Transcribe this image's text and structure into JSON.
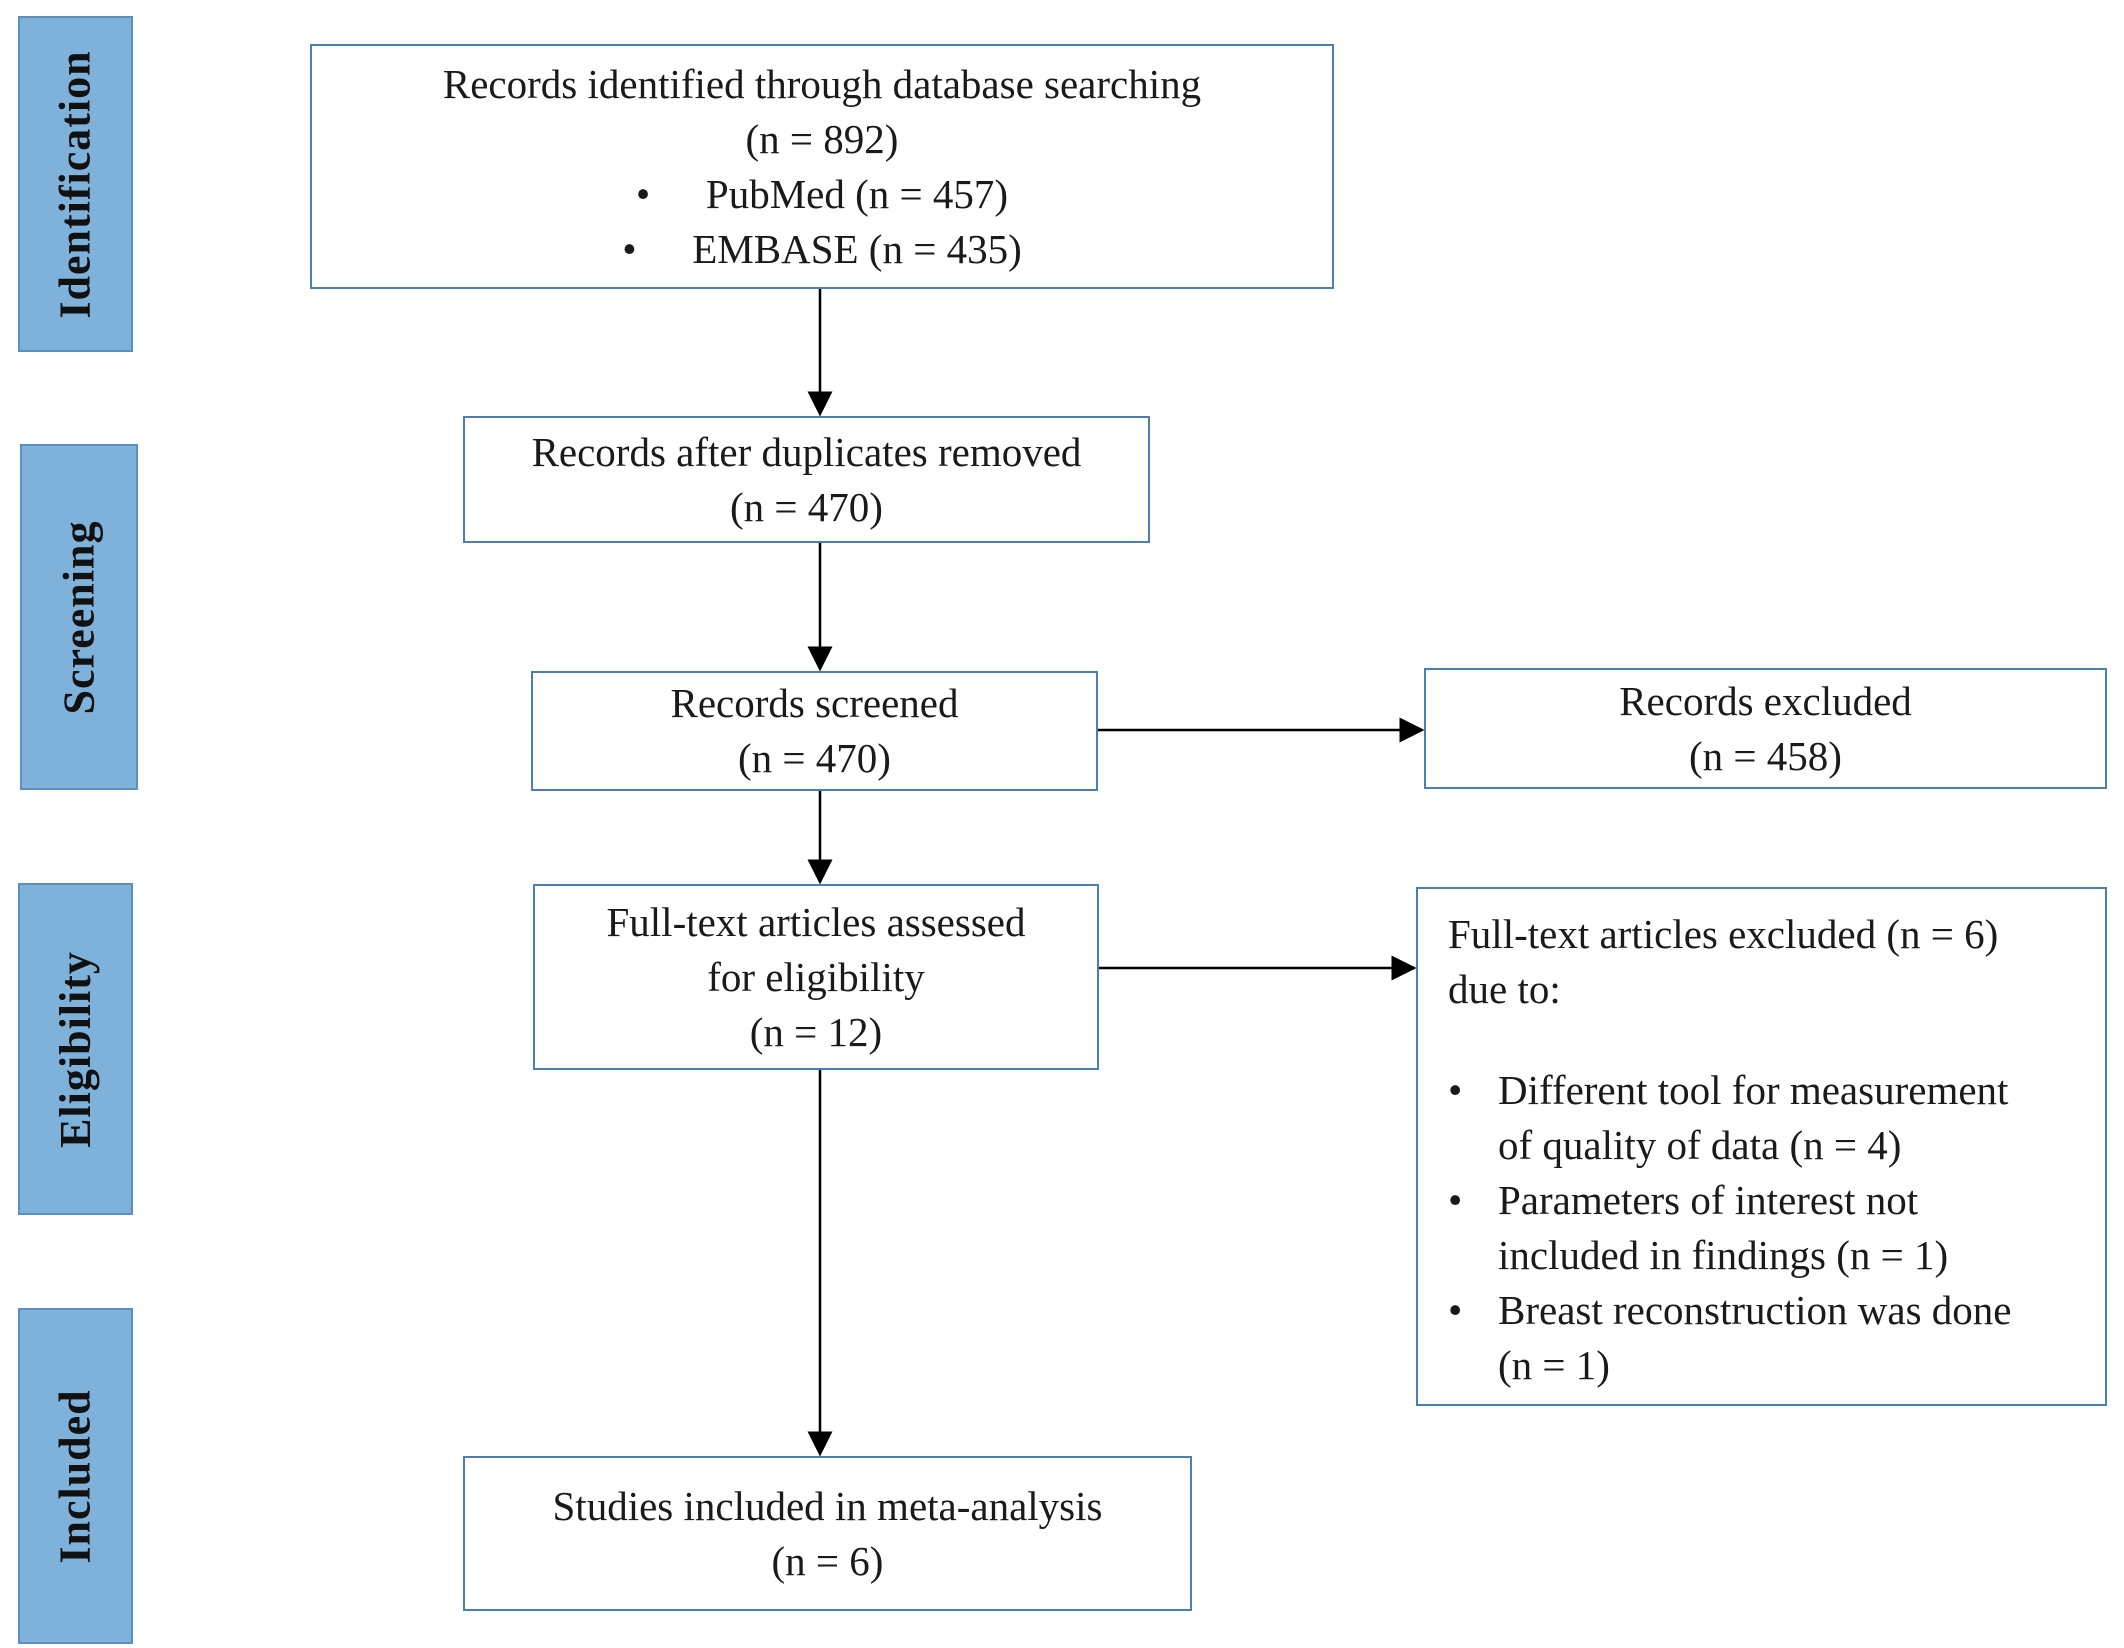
{
  "phases": {
    "identification": "Identification",
    "screening": "Screening",
    "eligibility": "Eligibility",
    "included": "Included"
  },
  "identified": {
    "line1": "Records identified  through  database searching",
    "line2": "(n = 892)",
    "bullets": [
      {
        "symbol": "•",
        "text": "PubMed (n = 457)"
      },
      {
        "symbol": "•",
        "text": "EMBASE  (n = 435)"
      }
    ]
  },
  "duplicates": {
    "line1": "Records after duplicates  removed",
    "line2": "(n = 470)"
  },
  "screened": {
    "line1": "Records screened",
    "line2": "(n = 470)"
  },
  "excluded": {
    "line1": "Records excluded",
    "line2": "(n = 458)"
  },
  "fulltext": {
    "line1": "Full-text  articles  assessed",
    "line2": "for eligibility",
    "line3": "(n = 12)"
  },
  "fulltext_excluded": {
    "line1": "Full-text  articles  excluded  (n = 6)",
    "line2": "due to:",
    "reasons": [
      {
        "symbol": "•",
        "line1": "Different  tool for measurement",
        "line2": "of quality  of data (n = 4)"
      },
      {
        "symbol": "•",
        "line1": "Parameters  of interest  not",
        "line2": "included  in findings  (n = 1)"
      },
      {
        "symbol": "•",
        "line1": "Breast reconstruction  was done",
        "line2": "(n = 1)"
      }
    ]
  },
  "included_box": {
    "line1": "Studies included  in meta-analysis",
    "line2": "(n = 6)"
  }
}
